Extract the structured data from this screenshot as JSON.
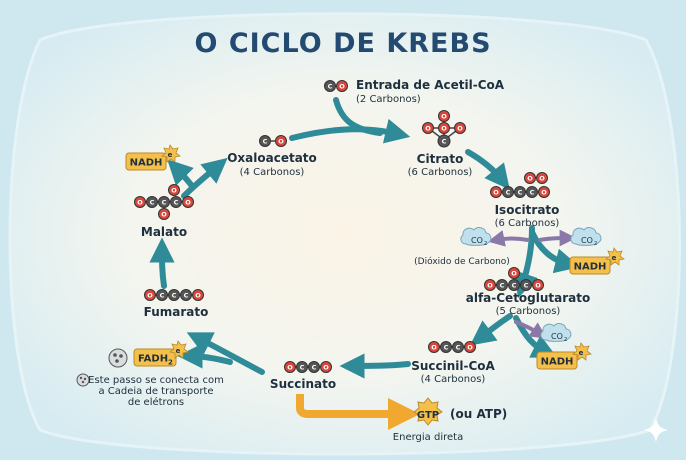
{
  "title": "O CICLO DE KREBS",
  "atoms": {
    "carbon": "C",
    "oxygen": "O"
  },
  "entry": {
    "name": "Entrada de Acetil-CoA",
    "sub": "(2 Carbonos)"
  },
  "nodes": {
    "oxaloacetato": {
      "name": "Oxaloacetato",
      "sub": "(4 Carbonos)"
    },
    "citrato": {
      "name": "Citrato",
      "sub": "(6 Carbonos)"
    },
    "isocitrato": {
      "name": "Isocitrato",
      "sub": "(6 Carbonos)"
    },
    "alfa": {
      "name": "alfa-Cetoglutarato",
      "sub": "(5 Carbonos)"
    },
    "succinil": {
      "name": "Succinil-CoA",
      "sub": "(4 Carbonos)"
    },
    "succinato": {
      "name": "Succinato"
    },
    "fumarato": {
      "name": "Fumarato"
    },
    "malato": {
      "name": "Malato"
    }
  },
  "badges": {
    "nadh": "NADH",
    "fadh2": "FADH",
    "fadh2_sub": "2",
    "electron": "e",
    "gtp": "GTP",
    "gtp_alt": "(ou ATP)",
    "gtp_note": "Energia direta"
  },
  "co2": {
    "label": "CO",
    "sub": "2",
    "note": "(Dióxido de Carbono)"
  },
  "fadh2_note": [
    "Este passo se conecta com",
    "a Cadeia de transporte",
    "de elétrons"
  ],
  "colors": {
    "title": "#234a70",
    "arrow": "#2f8b98",
    "co2_arrow": "#8a78a8",
    "gtp_arrow": "#f0a830",
    "carbon": "#565656",
    "oxygen": "#d9473c",
    "badge": "#f5c04a",
    "co2_cloud": "#bfe0ec"
  }
}
